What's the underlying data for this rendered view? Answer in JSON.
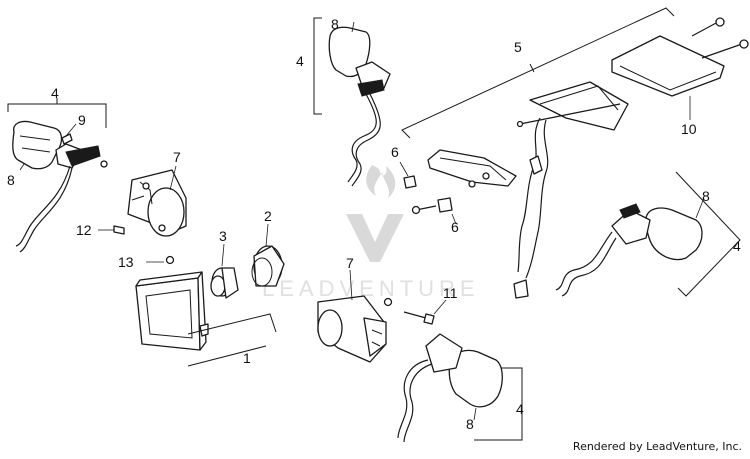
{
  "watermark": {
    "brand": "LEADVENTURE"
  },
  "credit": "Rendered by LeadVenture, Inc.",
  "callouts": [
    "4",
    "9",
    "8",
    "7",
    "12",
    "13",
    "3",
    "2",
    "1",
    "8",
    "4",
    "5",
    "10",
    "6",
    "6",
    "7",
    "11",
    "8",
    "4",
    "4",
    "8"
  ]
}
